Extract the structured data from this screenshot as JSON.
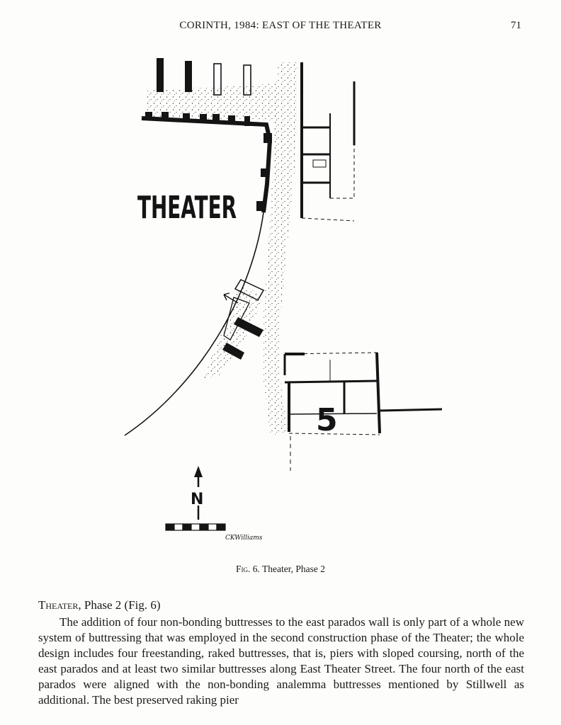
{
  "header": {
    "running_title": "CORINTH, 1984: EAST OF THE THEATER",
    "page_number": "71"
  },
  "figure": {
    "plan_label": "THEATER",
    "area_number": "5",
    "north_label": "N",
    "signature": "CKWilliams"
  },
  "caption": {
    "fig_label": "Fig.",
    "fig_text": "6. Theater, Phase 2"
  },
  "section": {
    "heading_sc": "Theater",
    "heading_rest": ", Phase 2 (Fig. 6)",
    "paragraph": "The addition of four non-bonding buttresses to the east parados wall is only part of a whole new system of buttressing that was employed in the second construction phase of the Theater; the whole design includes four freestanding, raked buttresses, that is, piers with sloped coursing, north of the east parados and at least two similar buttresses along East Theater Street. The four north of the east parados were aligned with the non-bonding analemma buttresses mentioned by Stillwell as additional. The best preserved raking pier"
  },
  "colors": {
    "ink": "#141414",
    "paper": "#fdfdfb"
  }
}
